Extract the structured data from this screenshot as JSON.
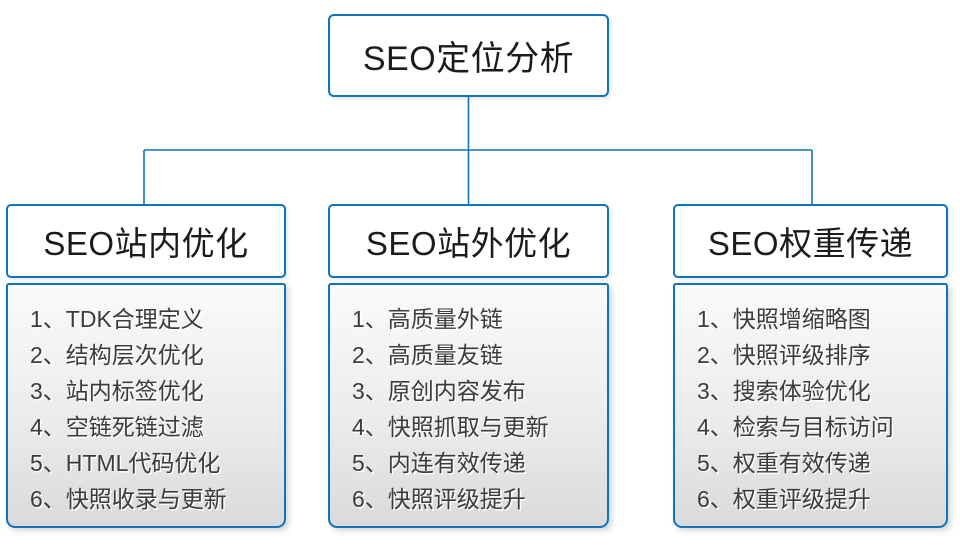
{
  "diagram": {
    "root": {
      "title": "SEO定位分析"
    },
    "columns": [
      {
        "title": "SEO站内优化",
        "items": [
          "1、TDK合理定义",
          "2、结构层次优化",
          "3、站内标签优化",
          "4、空链死链过滤",
          "5、HTML代码优化",
          "6、快照收录与更新"
        ]
      },
      {
        "title": "SEO站外优化",
        "items": [
          "1、高质量外链",
          "2、高质量友链",
          "3、原创内容发布",
          "4、快照抓取与更新",
          "5、内连有效传递",
          "6、快照评级提升"
        ]
      },
      {
        "title": "SEO权重传递",
        "items": [
          "1、快照增缩略图",
          "2、快照评级排序",
          "3、搜索体验优化",
          "4、检索与目标访问",
          "5、权重有效传递",
          "6、权重评级提升"
        ]
      }
    ],
    "colors": {
      "accent": "#1173bd",
      "panel_top": "#fafafa",
      "panel_bottom": "#dadada",
      "title_text": "#1b1b1b",
      "item_text": "#3c3c3c"
    }
  }
}
